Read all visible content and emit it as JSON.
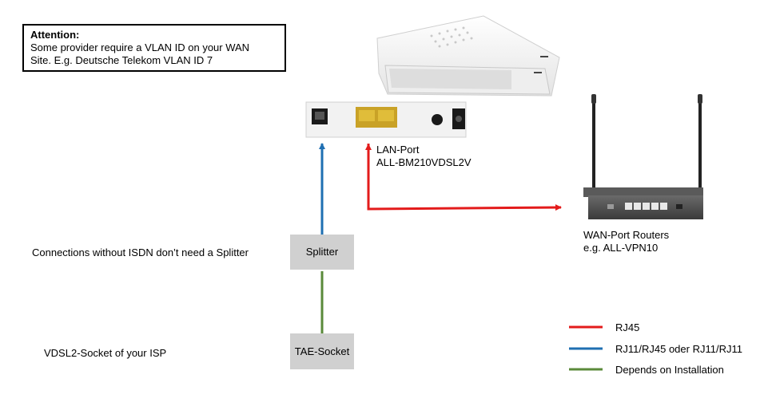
{
  "attention": {
    "title": "Attention:",
    "line1": "Some provider require a VLAN ID on your WAN",
    "line2": "Site. E.g. Deutsche Telekom VLAN ID 7"
  },
  "modem": {
    "port_label": "LAN-Port",
    "model": "ALL-BM210VDSL2V"
  },
  "router": {
    "port_label": "WAN-Port Routers",
    "model": "e.g. ALL-VPN10"
  },
  "splitter": {
    "label": "Splitter",
    "note": "Connections without ISDN don’t need a Splitter"
  },
  "socket": {
    "label": "TAE-Socket",
    "note": "VDSL2-Socket of your ISP"
  },
  "legend": [
    {
      "label": "RJ45",
      "color": "#e31b1b"
    },
    {
      "label": "RJ11/RJ45 oder RJ11/RJ11",
      "color": "#1f6fb2"
    },
    {
      "label": "Depends on Installation",
      "color": "#5a8a3a"
    }
  ],
  "colors": {
    "rj45": "#e31b1b",
    "rj11": "#1f6fb2",
    "install": "#5a8a3a"
  }
}
